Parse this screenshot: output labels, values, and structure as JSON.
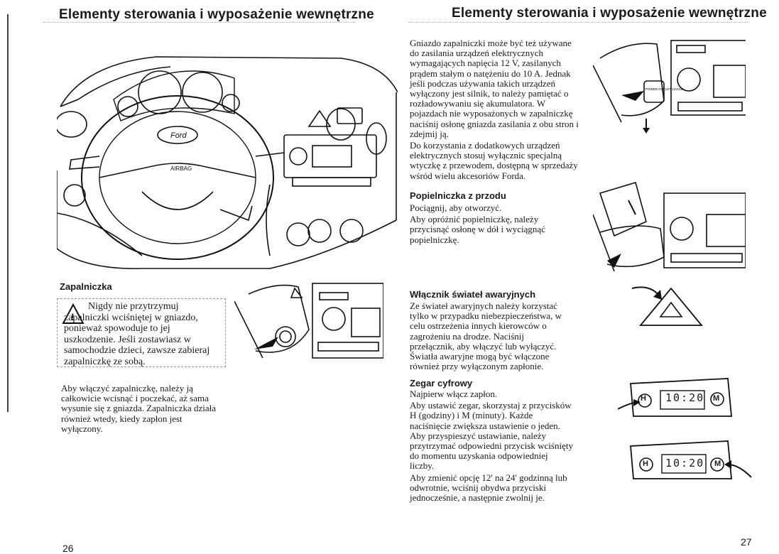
{
  "left_page": {
    "header_title": "Elementy sterowania i wyposażenie wewnętrzne",
    "section_title": "Zapalniczka",
    "warning_text": "Nigdy nie przytrzymuj zapalniczki wciśniętej w gniazdo, ponieważ spowoduje to jej uszkodzenie. Jeśli zostawiasz w samochodzie dzieci, zawsze zabieraj zapalniczkę ze sobą.",
    "body_text": "Aby włączyć zapalniczkę, należy ją całkowicie wcisnąć i poczekać, aż sama wysunie się z gniazda. Zapalniczka działa również wtedy, kiedy zapłon jest wyłączony.",
    "dashboard_labels": {
      "airbag": "AIRBAG",
      "brand": "Ford"
    }
  },
  "right_page": {
    "header_title": "Elementy sterowania i wyposażenie wewnętrzne",
    "intro_paragraphs": [
      "Gniazdo zapalniczki może być też używane do zasilania urządzeń elektrycznych wymagających napięcia 12 V, zasilanych prądem stałym o natężeniu do 10 A. Jednak jeśli podczas używania takich urządzeń wyłączony jest silnik, to należy pamiętać o rozładowywaniu się akumulatora. W pojazdach nie wyposażonych w zapalniczkę naciśnij osłonę gniazda zasilania z obu stron i zdejmij ją.",
      "Do korzystania z dodatkowych urządzeń elektrycznych stosuj wyłącznic specjalną wtyczkę z przewodem, dostępną w sprzedaży wśród wielu akcesoriów Forda."
    ],
    "ashtray": {
      "title": "Popielniczka z przodu",
      "paragraphs": [
        "Pociągnij, aby otworzyć.",
        "Aby opróżnić popielniczkę, należy przycisnąć osłonę w dół i wyciągnąć popielniczkę."
      ]
    },
    "hazard": {
      "title": "Włącznik świateł awaryjnych",
      "paragraphs": [
        "Ze świateł awaryjnych należy korzystać tylko w przypadku niebezpieczeństwa, w celu ostrzeżenia innych kierowców o zagrożeniu na drodze. Naciśnij przełącznik, aby włączyć lub wyłączyć. Światła awaryjne mogą być włączone również przy wyłączonym zapłonie."
      ]
    },
    "clock": {
      "title": "Zegar cyfrowy",
      "paragraphs": [
        "Najpierw włącz zapłon.",
        "Aby ustawić zegar, skorzystaj z przycisków H (godziny) i M (minuty). Każde naciśnięcie zwiększa ustawienie o jeden. Aby przyspieszyć ustawianie, należy przytrzymać odpowiedni przycisk wciśnięty do momentu uzyskania odpowiedniej liczby.",
        "Aby zmienić opcję 12' na 24' godzinną lub odwrotnie, wciśnij obydwa przyciski jednocześnie, a następnie zwolnij je."
      ],
      "display_top": "10:20",
      "display_bottom": "10:20",
      "button_h": "H",
      "button_m": "M"
    },
    "socket_label": "POWER OUTLET 12V/10A",
    "page_number": "27"
  },
  "left_page_number": "26"
}
